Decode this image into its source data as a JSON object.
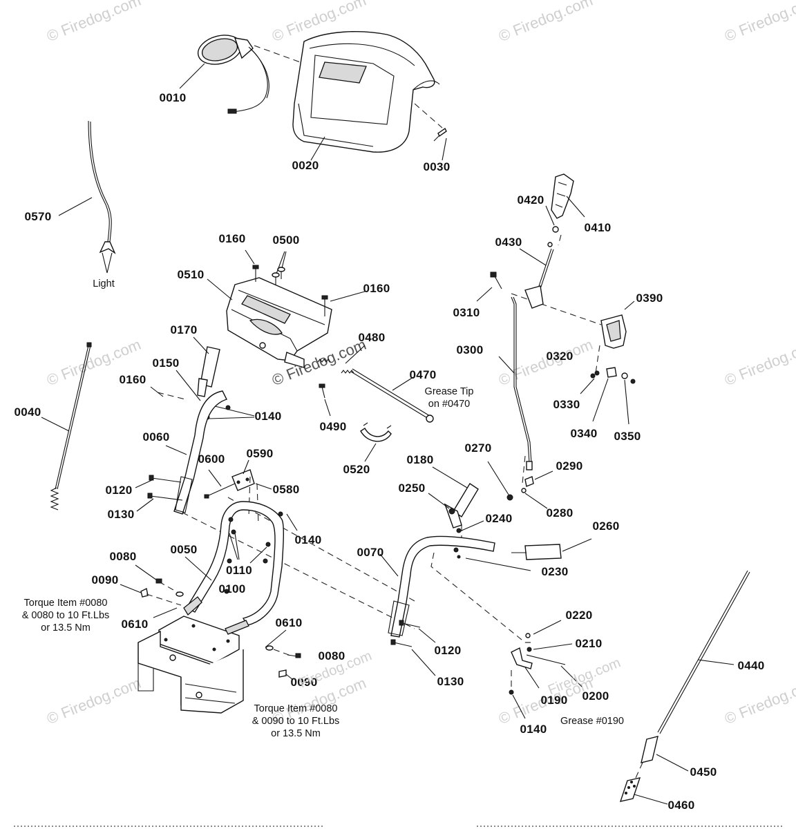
{
  "watermarks": {
    "copyright_text": "© Firedog.com",
    "short_text": "Firedog.com"
  },
  "part_labels": {
    "p0010": "0010",
    "p0020": "0020",
    "p0030": "0030",
    "p0570": "0570",
    "light": "Light",
    "p0160a": "0160",
    "p0500": "0500",
    "p0510": "0510",
    "p0160b": "0160",
    "p0480": "0480",
    "p0470": "0470",
    "p0490": "0490",
    "p0520": "0520",
    "p0170": "0170",
    "p0150": "0150",
    "p0160c": "0160",
    "p0140a": "0140",
    "p0040": "0040",
    "p0060": "0060",
    "p0600": "0600",
    "p0590": "0590",
    "p0580": "0580",
    "p0120a": "0120",
    "p0130a": "0130",
    "p0140b": "0140",
    "p0050": "0050",
    "p0110": "0110",
    "p0080a": "0080",
    "p0090a": "0090",
    "p0100": "0100",
    "p0610a": "0610",
    "p0610b": "0610",
    "p0080b": "0080",
    "p0090b": "0090",
    "p0420": "0420",
    "p0410": "0410",
    "p0430": "0430",
    "p0310": "0310",
    "p0390": "0390",
    "p0300": "0300",
    "p0320": "0320",
    "p0330": "0330",
    "p0340": "0340",
    "p0350": "0350",
    "p0270": "0270",
    "p0290": "0290",
    "p0280": "0280",
    "p0180": "0180",
    "p0250": "0250",
    "p0240": "0240",
    "p0260": "0260",
    "p0070": "0070",
    "p0230": "0230",
    "p0220": "0220",
    "p0210": "0210",
    "p0200": "0200",
    "p0190": "0190",
    "p0140c": "0140",
    "p0120b": "0120",
    "p0130b": "0130",
    "p0440": "0440",
    "p0450": "0450",
    "p0460": "0460"
  },
  "notes": {
    "grease_tip": "Grease Tip\non #0470",
    "torque_left": "Torque Item #0080\n& 0080 to 10 Ft.Lbs\nor 13.5 Nm",
    "torque_bottom": "Torque Item #0080\n& 0090 to 10 Ft.Lbs\nor 13.5 Nm",
    "grease_0190": "Grease #0190"
  }
}
